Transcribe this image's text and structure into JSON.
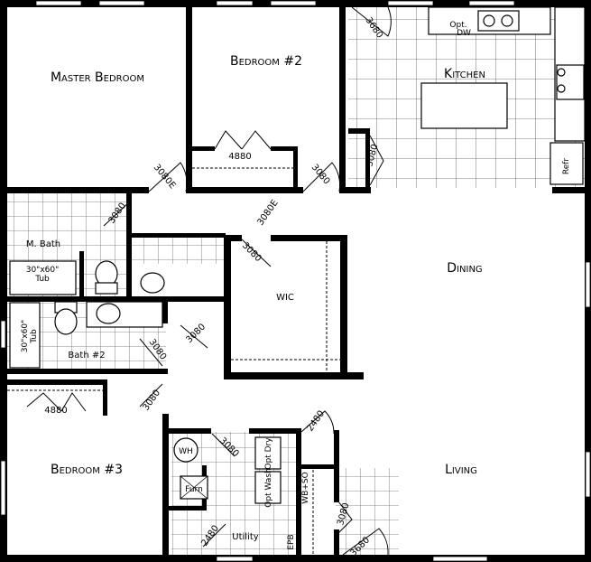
{
  "rooms": {
    "master_bedroom": "Master Bedroom",
    "bedroom2": "Bedroom #2",
    "kitchen": "Kitchen",
    "dining": "Dining",
    "living": "Living",
    "wic": "WIC",
    "m_bath": "M. Bath",
    "bath2": "Bath #2",
    "bedroom3": "Bedroom #3",
    "utility": "Utility"
  },
  "fixtures": {
    "tub1_size": "30\"x60\"",
    "tub1_label": "Tub",
    "tub2_size": "30\"x60\"",
    "tub2_label": "Tub",
    "opt_dw_1": "Opt.",
    "opt_dw_2": "DW",
    "refr": "Refr",
    "wh": "WH",
    "furn": "Furn",
    "opt_dry": "Opt Dry",
    "opt_wash": "Opt Wash",
    "wb_so": "WB+SO",
    "epb": "EPB"
  },
  "doors": {
    "d_kitchen_top": "3680",
    "d_kitchen_left": "3080",
    "d_master": "3080E",
    "d_bed2_closet": "4880",
    "d_bed2": "3080",
    "d_hall": "3080E",
    "d_mbath": "3080",
    "d_wic": "3080",
    "d_linen": "3080",
    "d_bath2": "3080",
    "d_bed3": "3080",
    "d_bed3_closet": "4880",
    "d_utility_in": "3080",
    "d_utility_bottom": "2480",
    "d_closet_top": "2480",
    "d_entry_side": "3080",
    "d_front": "3680"
  }
}
